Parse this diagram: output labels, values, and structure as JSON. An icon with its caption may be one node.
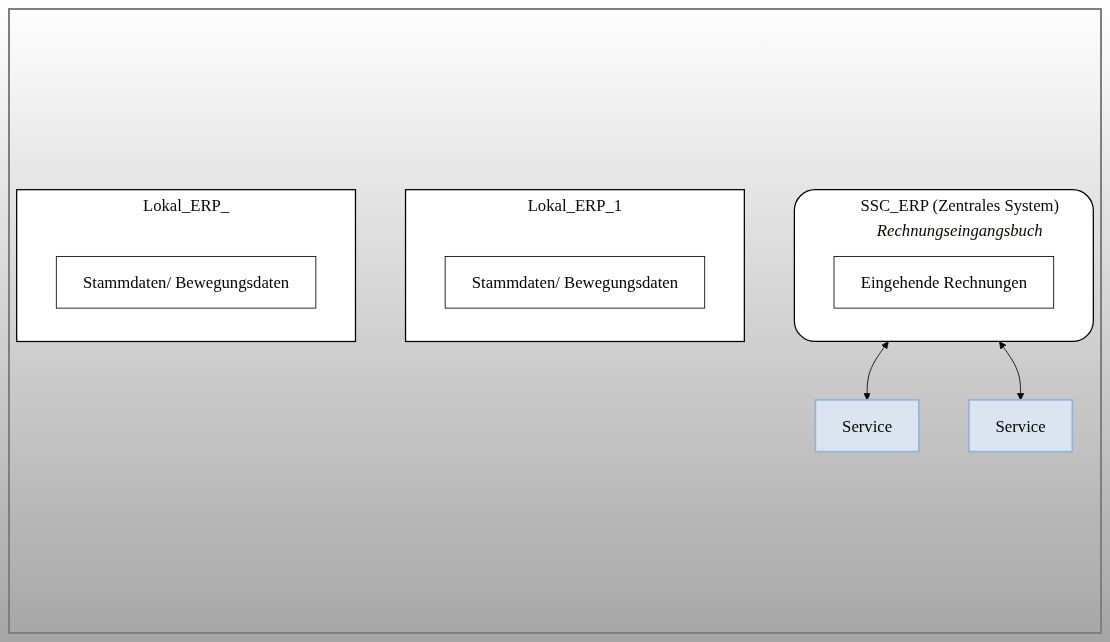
{
  "diagram": {
    "nodes": [
      {
        "text": [
          "SSC_ERP (Zentrales System)",
          "Rechnungseingangsbuch"
        ]
      },
      {
        "text": [
          "Eingehende Rechnungen"
        ],
        "in": 0
      },
      {
        "text": [
          "Service"
        ]
      },
      {
        "text": [
          "Lokal_ERP_1"
        ]
      },
      {
        "text": [
          "Stammdaten/ Bewegungsdaten"
        ],
        "in": 3
      },
      {
        "text": [
          "Service"
        ]
      },
      {
        "text": [
          "Lokal_ERP_"
        ]
      },
      {
        "text": [
          "Stammdaten/ Bewegungsdaten"
        ],
        "in": 6
      }
    ],
    "edges": [
      {
        "from": 0,
        "to": 2,
        "arrow": "both"
      },
      {
        "from": 0,
        "to": 5,
        "arrow": "both"
      }
    ]
  }
}
